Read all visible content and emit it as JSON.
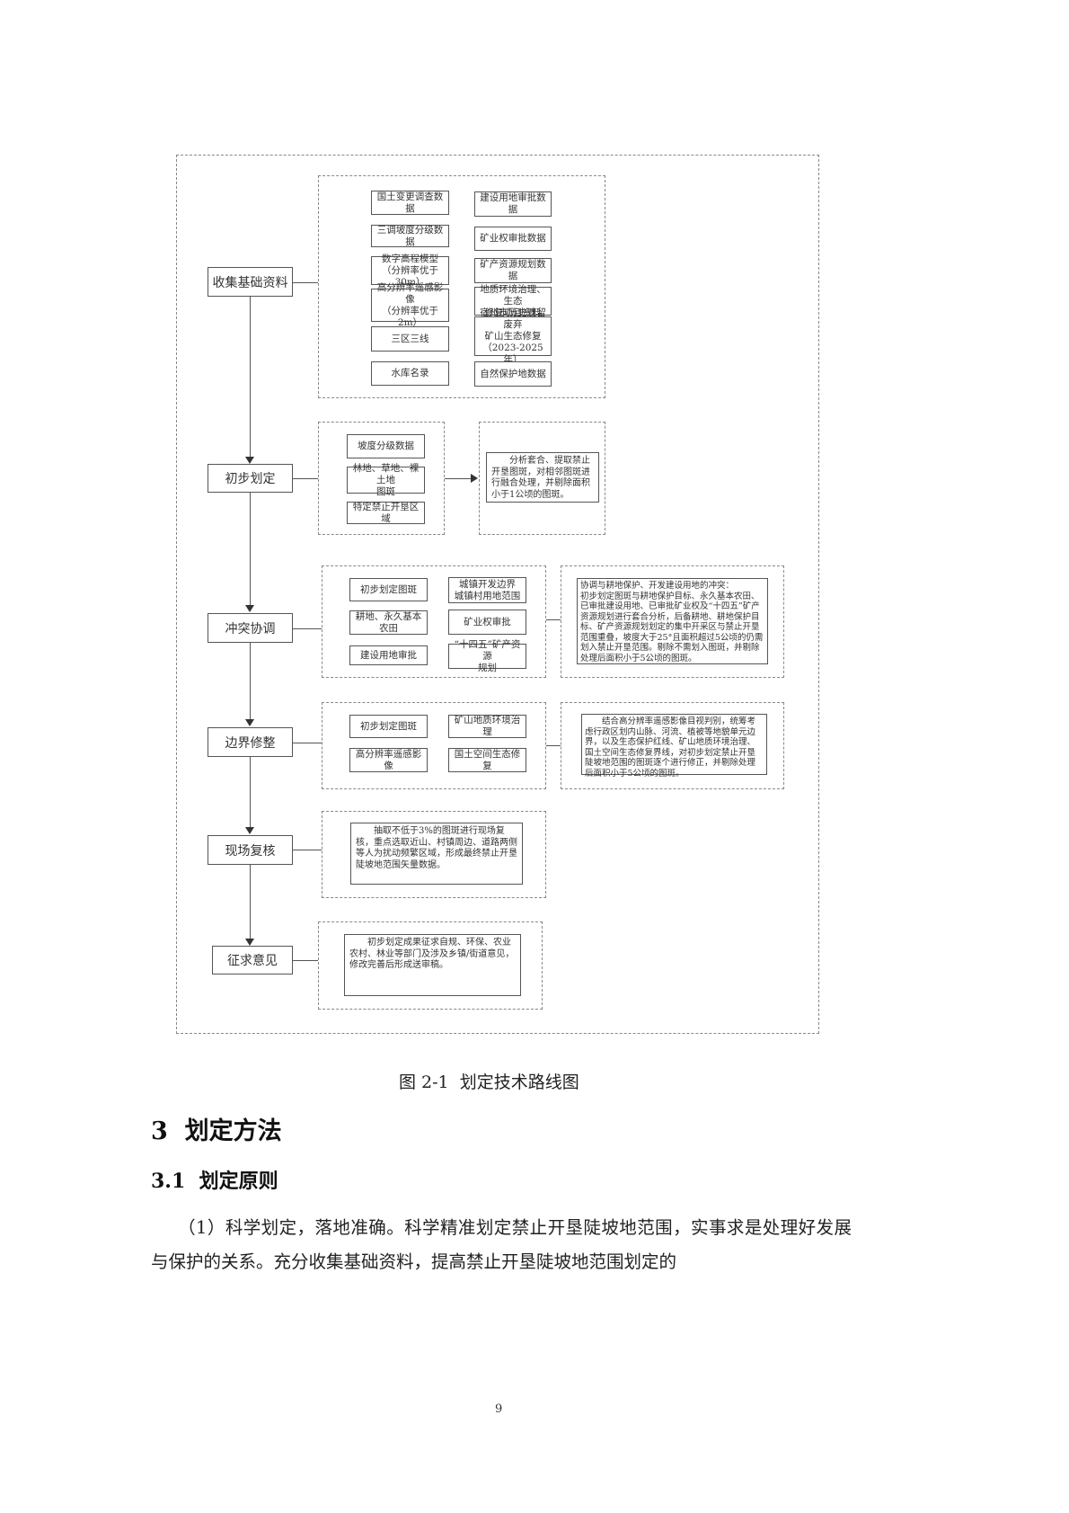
{
  "figure": {
    "caption": "图 2-1  划定技术路线图",
    "steps": [
      {
        "label": "收集基础资料"
      },
      {
        "label": "初步划定"
      },
      {
        "label": "冲突协调"
      },
      {
        "label": "边界修整"
      },
      {
        "label": "现场复核"
      },
      {
        "label": "征求意见"
      }
    ],
    "collect": {
      "left": [
        "国土变更调查数据",
        "三调坡度分级数据",
        "数字高程模型\n（分辨率优于30m）",
        "高分辨率遥感影像\n（分辨率优于2m）",
        "三区三线",
        "水库名录"
      ],
      "right": [
        "建设用地审批数据",
        "矿业权审批数据",
        "矿产资源规划数据",
        "地质环境治理、生态\n修复项目资料",
        "宿州市历史遗留废弃\n矿山生态修复\n（2023-2025年）",
        "自然保护地数据"
      ]
    },
    "initial": {
      "inputs": [
        "坡度分级数据",
        "林地、草地、裸土地\n图斑",
        "特定禁止开垦区域"
      ],
      "result": "　　分析套合、提取禁止开垦图斑，对相邻图斑进行融合处理，并剔除面积小于1公顷的图斑。"
    },
    "conflict": {
      "left": [
        "初步划定图斑",
        "耕地、永久基本农田",
        "建设用地审批"
      ],
      "right": [
        "城镇开发边界\n城镇村用地范围",
        "矿业权审批",
        "“十四五”矿产资源\n规划"
      ],
      "result": "协调与耕地保护、开发建设用地的冲突：\n初步划定图斑与耕地保护目标、永久基本农田、已审批建设用地、已审批矿业权及“十四五”矿产资源规划进行套合分析，后备耕地、耕地保护目标、矿产资源规划划定的集中开采区与禁止开垦范围重叠，坡度大于25°且面积超过5公顷的仍需划入禁止开垦范围。剔除不需划入图斑，并剔除处理后面积小于5公顷的图斑。"
    },
    "boundary": {
      "left": [
        "初步划定图斑",
        "高分辨率遥感影像"
      ],
      "right": [
        "矿山地质环境治理",
        "国土空间生态修复"
      ],
      "result": "　　结合高分辨率遥感影像目视判别，统筹考虑行政区划内山脉、河流、植被等地貌单元边界，以及生态保护红线、矿山地质环境治理、国土空间生态修复界线，对初步划定禁止开垦陡坡地范围的图斑逐个进行修正，并剔除处理后面积小于5公顷的图斑。"
    },
    "field": {
      "result": "　　抽取不低于3%的图斑进行现场复核，重点选取近山、村镇周边、道路两侧等人为扰动频繁区域，形成最终禁止开垦陡坡地范围矢量数据。"
    },
    "opinion": {
      "result": "　　初步划定成果征求自规、环保、农业农村、林业等部门及涉及乡镇/街道意见，修改完善后形成送审稿。"
    }
  },
  "section": {
    "heading": "3  划定方法",
    "subheading": "3.1  划定原则",
    "paragraph": "　　（1）科学划定，落地准确。科学精准划定禁止开垦陡坡地范围，实事求是处理好发展与保护的关系。充分收集基础资料，提高禁止开垦陡坡地范围划定的"
  },
  "page_number": "9"
}
